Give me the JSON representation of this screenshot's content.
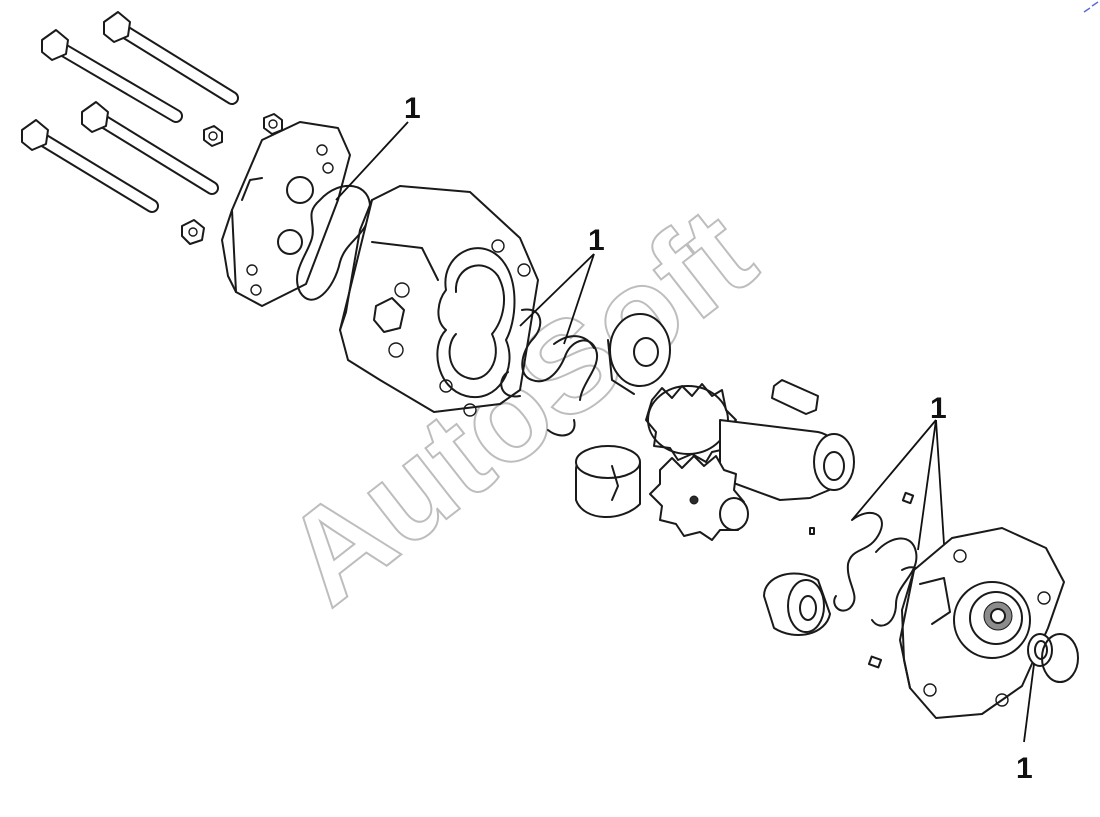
{
  "callouts": [
    {
      "id": "gasket-rear",
      "label": "1"
    },
    {
      "id": "seals-front-cover",
      "label": "1"
    },
    {
      "id": "seals-rear-cover",
      "label": "1"
    },
    {
      "id": "shaft-seal",
      "label": "1"
    }
  ],
  "watermark": {
    "text": "AutoSoft"
  },
  "colors": {
    "line": "#1a1a1a",
    "background": "#ffffff",
    "watermark": "#bdbdbd"
  }
}
